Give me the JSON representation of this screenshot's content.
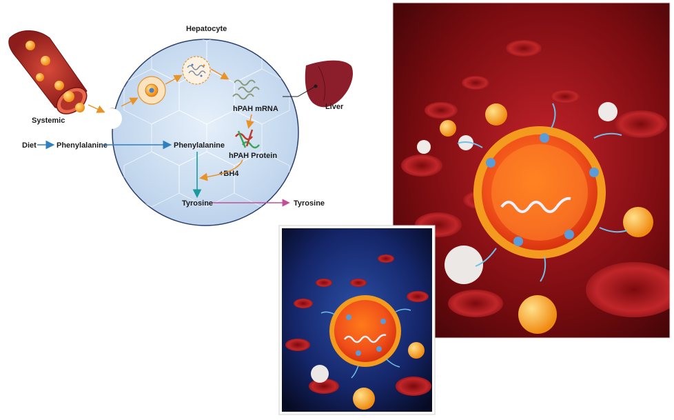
{
  "labels": {
    "hepatocyte": "Hepatocyte",
    "systemic": "Systemic",
    "liver": "Liver",
    "diet": "Diet",
    "phenylalanine_blood": "Phenylalanine",
    "phenylalanine_cell": "Phenylalanine",
    "hpah_mrna": "hPAH mRNA",
    "hpah_protein": "hPAH Protein",
    "cofactor": "+BH4",
    "tyrosine_cell": "Tyrosine",
    "tyrosine_out": "Tyrosine"
  },
  "colors": {
    "cell_fill": "#cfe0f1",
    "cell_stroke": "#2b3e6b",
    "blue_arrow": "#2f7fc1",
    "teal_arrow": "#1b9a9e",
    "pink_arrow": "#c24f9a",
    "orange_arrow": "#e8932a",
    "liver": "#8b1e2a",
    "lnp_orange": "#f39a1f",
    "rbc": "#b51f20",
    "panel_red": "#7e0d11",
    "panel_blue": "#0d1b52"
  },
  "images": {
    "large_panel": "lipid-nanoparticle-in-bloodstream-illustration",
    "small_panel": "lipid-nanoparticle-in-bloodstream-blue-illustration"
  }
}
